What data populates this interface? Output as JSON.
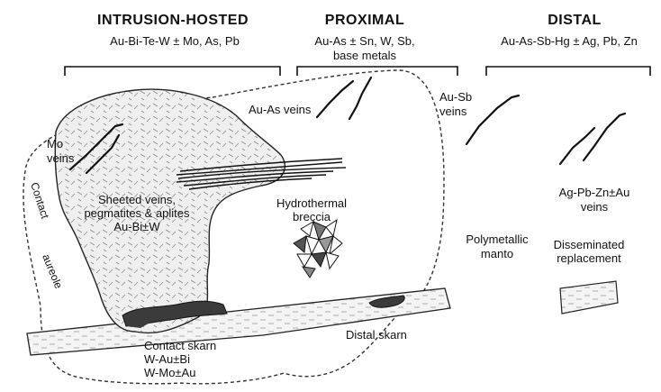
{
  "zones": [
    {
      "title": "INTRUSION-HOSTED",
      "elements": [
        "Au-Bi-Te-W ± Mo, As, Pb"
      ]
    },
    {
      "title": "PROXIMAL",
      "elements": [
        "Au-As ± Sn, W, Sb,",
        "base metals"
      ]
    },
    {
      "title": "DISTAL",
      "elements": [
        "Au-As-Sb-Hg ± Ag, Pb, Zn"
      ]
    }
  ],
  "labels": {
    "mo_veins": [
      "Mo",
      "veins"
    ],
    "au_as_veins": "Au-As veins",
    "au_sb_veins": [
      "Au-Sb",
      "veins"
    ],
    "sheeted": [
      "Sheeted veins,",
      "pegmatites & aplites",
      "Au-Bi±W"
    ],
    "breccia": [
      "Hydrothermal",
      "breccia"
    ],
    "ag_pb_zn": [
      "Ag-Pb-Zn±Au",
      "veins"
    ],
    "manto": [
      "Polymetallic",
      "manto"
    ],
    "disseminated": [
      "Disseminated",
      "replacement"
    ],
    "contact_skarn": [
      "Contact skarn",
      "W-Au±Bi",
      "W-Mo±Au"
    ],
    "distal_skarn": "Distal skarn",
    "contact": "Contact",
    "aureole": "aureole"
  }
}
